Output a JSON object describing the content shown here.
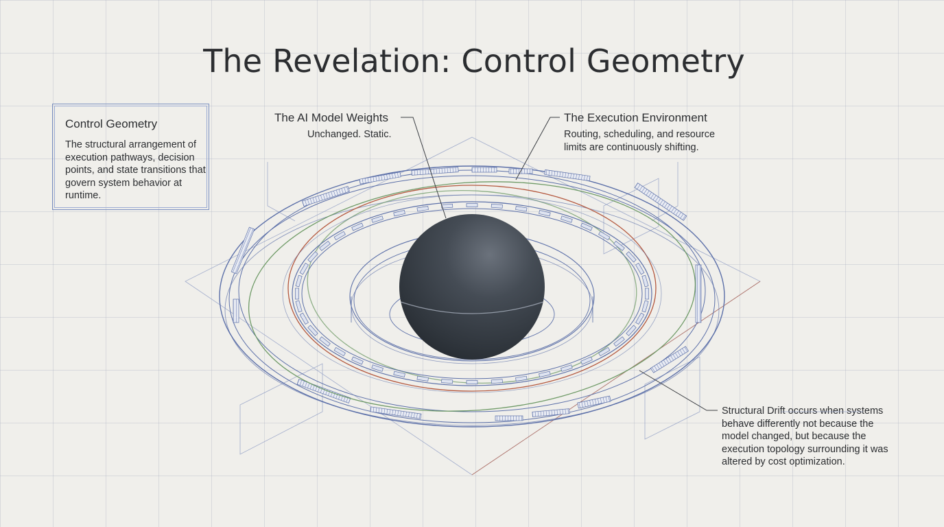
{
  "title": "The Revelation: Control Geometry",
  "definition": {
    "heading": "Control Geometry",
    "body": "The structural arrangement of execution pathways, decision points, and state transitions that govern system behavior at runtime."
  },
  "labels": {
    "model_weights": {
      "heading": "The AI Model Weights",
      "sub": "Unchanged. Static."
    },
    "execution_environment": {
      "heading": "The Execution Environment",
      "sub": "Routing, scheduling, and resource limits are continuously shifting."
    },
    "structural_drift": {
      "text": "Structural Drift occurs when systems behave differently not because the model changed, but because the execution topology surrounding it was altered by cost optimization."
    }
  },
  "colors": {
    "background": "#f0efeb",
    "ring_blue": "#5b6fa8",
    "ring_red": "#b4583e",
    "ring_green": "#6e9a66",
    "sphere": "#3a4048",
    "text": "#2b2d30"
  }
}
